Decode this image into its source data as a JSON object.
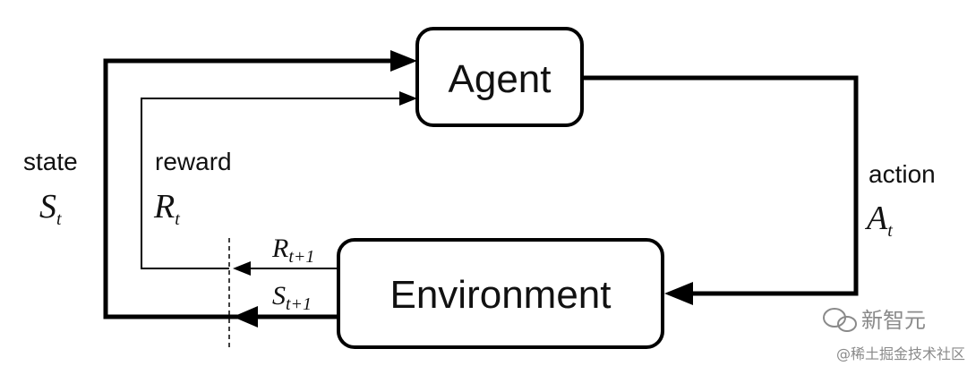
{
  "nodes": {
    "agent": "Agent",
    "environment": "Environment"
  },
  "labels": {
    "state": "state",
    "state_symbol": "S",
    "state_subscript": "t",
    "reward": "reward",
    "reward_symbol": "R",
    "reward_subscript": "t",
    "action": "action",
    "action_symbol": "A",
    "action_subscript": "t",
    "next_reward_symbol": "R",
    "next_reward_subscript": "t+1",
    "next_state_symbol": "S",
    "next_state_subscript": "t+1"
  },
  "watermarks": {
    "brand": "新智元",
    "credit": "@稀土掘金技术社区"
  }
}
